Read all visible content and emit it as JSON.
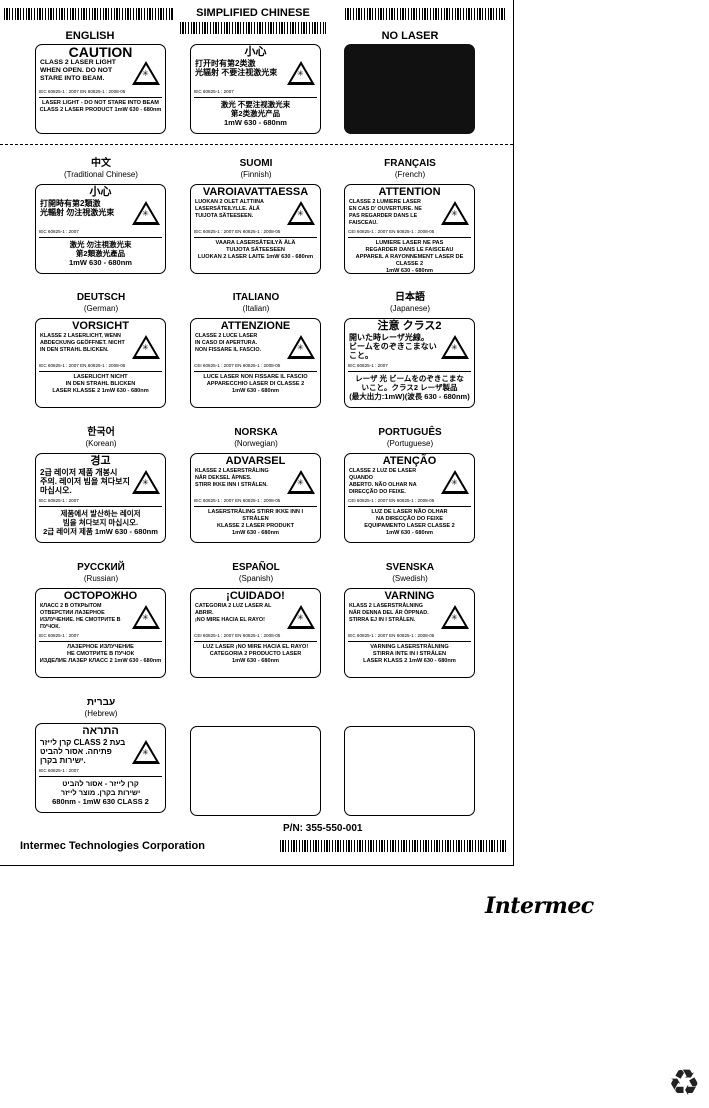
{
  "header": {
    "english": "ENGLISH",
    "simplified_chinese": "SIMPLIFIED CHINESE",
    "no_laser": "NO LASER"
  },
  "top_labels": {
    "english": {
      "title": "CAUTION",
      "body": "CLASS 2 LASER LIGHT\nWHEN OPEN. DO NOT\nSTARE INTO BEAM.",
      "iec": "IEC 60825-1 : 2007   EN 60825-1 : 2008-05",
      "footer": "LASER LIGHT - DO NOT STARE INTO BEAM\nCLASS 2 LASER PRODUCT  1mW  630 - 680nm"
    },
    "simplified_chinese": {
      "title": "小心",
      "body": "打开时有第2类激\n光辐射 不要注视激光束",
      "iec": "IEC 60825-1 : 2007",
      "footer": "激光  不要注视激光束\n第2类激光产品\n1mW 630 - 680nm"
    }
  },
  "languages": [
    {
      "name": "中文",
      "sub": "(Traditional Chinese)",
      "title": "小心",
      "body": "打開時有第2類激\n光輻射 勿注視激光束",
      "iec": "IEC 60825-1 : 2007",
      "footer": "激光  勿注視激光束\n第2類激光產品\n1mW 630 - 680nm",
      "big": true
    },
    {
      "name": "SUOMI",
      "sub": "(Finnish)",
      "title": "VAROIAVATTAESSA",
      "body": "LUOKAN 2 OLET ALTTIINA\nLASERSÄTEILYLLE. ÄLÄ\nTUIJOTA SÄTEESEEN.",
      "iec": "IEC 60825-1 : 2007   EN 60825-1 : 2008-05",
      "footer": "VAARA LASERSÄTEILYÄ ÄLÄ\nTUIJOTA  SÄTEESEEN\nLUOKAN 2 LASER LAITE  1mW  630 - 680nm",
      "big": false
    },
    {
      "name": "FRANÇAIS",
      "sub": "(French)",
      "title": "ATTENTION",
      "body": "CLASSE 2 LUMIERE LASER\nEN CAS D' OUVERTURE. NE\nPAS REGARDER DANS LE FAISCEAU.",
      "iec": "CEI 60825-1 : 2007   EN 60825-1 : 2008-05",
      "footer": "LUMIERE LASER NE PAS\nREGARDER DANS LE FAISCEAU\nAPPAREIL A RAYONNEMENT LASER DE CLASSE 2\n1mW  630 - 680nm",
      "big": false
    },
    {
      "name": "DEUTSCH",
      "sub": "(German)",
      "title": "VORSICHT",
      "body": "KLASSE 2 LASERLICHT, WENN\nABDECKUNG GEÖFFNET. NICHT\nIN DEN STRAHL BLICKEN.",
      "iec": "IEC 60825-1 : 2007   EN 60825-1 : 2008-05",
      "footer": "LASERLICHT NICHT\nIN DEN STRAHL BLICKEN\nLASER KLASSE 2  1mW  630 - 680nm",
      "big": false
    },
    {
      "name": "ITALIANO",
      "sub": "(Italian)",
      "title": "ATTENZIONE",
      "body": "CLASSE 2 LUCE LASER\nIN CASO DI APERTURA.\nNON FISSARE IL FASCIO.",
      "iec": "CEI 60825-1 : 2007   EN 60825-1 : 2008-05",
      "footer": "LUCE LASER NON FISSARE IL FASCIO\nAPPARECCHIO LASER DI CLASSE 2\n1mW  630 - 680nm",
      "big": false
    },
    {
      "name": "日本語",
      "sub": "(Japanese)",
      "title": "注意 クラス2",
      "body": "開いた時レーザ光線。\nビームをのぞきこまないこと。",
      "iec": "IEC 60825-1 : 2007",
      "footer": "レーザ 光 ビームをのぞきこまな\nいこと。クラス2 レーザ製品\n(最大出力:1mW)(波長 630 - 680nm)",
      "big": true
    },
    {
      "name": "한국어",
      "sub": "(Korean)",
      "title": "경고",
      "body": "2급 레이저 제품 개봉시\n주의. 레이저 빔을 쳐다보지\n마십시오.",
      "iec": "IEC 60825-1 : 2007",
      "footer": "제품에서 발산하는 레이저\n빔을 쳐다보지 마십시오.\n2급 레이저 제품 1mW 630 - 680nm",
      "big": true
    },
    {
      "name": "NORSKA",
      "sub": "(Norwegian)",
      "title": "ADVARSEL",
      "body": "KLASSE 2 LASERSTRÅLING\nNÅR DEKSEL ÅPNES.\nSTIRR IKKE INN I STRÅLEN.",
      "iec": "IEC 60825-1 : 2007   EN 60825-1 : 2008-05",
      "footer": "LASERSTRÅLING STIRR IKKE INN I STRÅLEN\nKLASSE 2 LASER PRODUKT\n1mW  630 - 680nm",
      "big": false
    },
    {
      "name": "PORTUGUÊS",
      "sub": "(Portuguese)",
      "title": "ATENÇÃO",
      "body": "CLASSE 2 LUZ DE LASER QUANDO\nABERTO. NÃO OLHAR NA DIRECÇÃO DO FEIXE.",
      "iec": "CEI 60825-1 : 2007   EN 60825-1 : 2008-05",
      "footer": "LUZ DE LASER NÃO OLHAR\nNA DIRECÇÃO DO FEIXE\nEQUIPAMENTO LASER CLASSE 2\n1mW  630 - 680nm",
      "big": false
    },
    {
      "name": "РУССКИЙ",
      "sub": "(Russian)",
      "title": "ОСТОРОЖНО",
      "body": "КЛАСС 2 В ОТКРЫТОМ\nОТВЕРСТИИ ЛАЗЕРНОЕ\nИЗЛУЧЕНИЕ. НЕ СМОТРИТЕ В ПУЧОК.",
      "iec": "IEC 60825-1 : 2007",
      "footer": "ЛАЗЕРНОЕ  ИЗЛУЧЕНИЕ\nНЕ СМОТРИТЕ В ПУЧОК\nИЗДЕЛИЕ ЛАЗЕР КЛАСС 2  1mW  630 - 680nm",
      "big": false
    },
    {
      "name": "ESPAÑOL",
      "sub": "(Spanish)",
      "title": "¡CUIDADO!",
      "body": "CATEGORIA 2 LUZ LASER AL ABRIR.\n¡NO MIRE HACIA EL RAYO!",
      "iec": "CEI 60825-1 : 2007   EN 60825-1 : 2008-05",
      "footer": "LUZ LASER ¡NO MIRE HACIA EL RAYO!\nCATEGORIA 2 PRODUCTO LASER\n1mW  630 - 680nm",
      "big": false
    },
    {
      "name": "SVENSKA",
      "sub": "(Swedish)",
      "title": "VARNING",
      "body": "KLASS 2 LASERSTRÅLNING\nNÄR DENNA DEL ÄR ÖPPNAD.\nSTIRRA EJ IN I STRÅLEN.",
      "iec": "IEC 60825-1 : 2007   EN 60825-1 : 2008-05",
      "footer": "VARNING LASERSTRÅLNING\nSTIRRA INTE IN I STRÅLEN\nLASER KLASS 2  1mW  630 - 680nm",
      "big": false
    },
    {
      "name": "עברית",
      "sub": "(Hebrew)",
      "title": "התראה",
      "body": "קרן לייזר CLASS 2 בעת\nפתיחה. אסור להביט\nישירות בקרן.",
      "iec": "IEC 60825-1 : 2007",
      "footer": "קרן לייזר - אסור להביט\nישירות בקרן. מוצר לייזר\n680nm - 1mW 630  CLASS 2",
      "big": true
    }
  ],
  "part_number": "P/N: 355-550-001",
  "company": "Intermec Technologies Corporation",
  "logo": "Intermec",
  "recycle_symbol": "♻"
}
